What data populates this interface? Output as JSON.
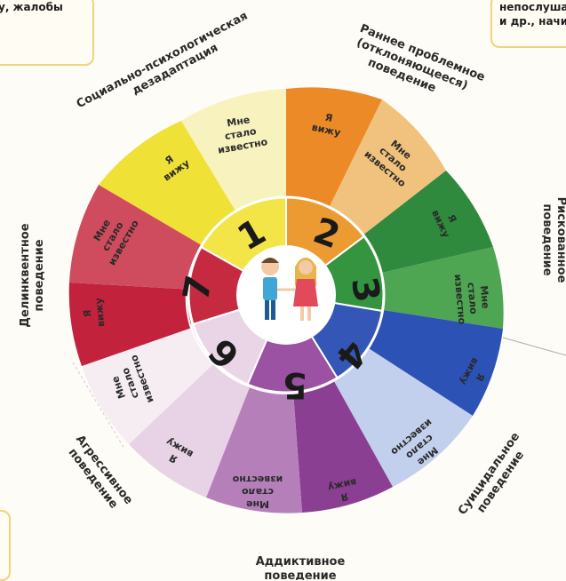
{
  "cards": {
    "left_text": "у, жалобы",
    "right_line1": "непослуша",
    "right_line2": "и др., начи"
  },
  "labels": {
    "cat1": "Социально-психологическая дезадаптация",
    "cat1_line1": "Социально-психологическая",
    "cat1_line2": "дезадаптация",
    "cat2_line1": "Раннее проблемное",
    "cat2_line2": "(отклоняющееся)",
    "cat2_line3": "поведение",
    "cat3_line1": "Рискованное",
    "cat3_line2": "поведение",
    "cat4_line1": "Суицидальное",
    "cat4_line2": "поведение",
    "cat5_line1": "Аддиктивное",
    "cat5_line2": "поведение",
    "cat6_line1": "Агрессивное",
    "cat6_line2": "поведение",
    "cat7_line1": "Делинквентное",
    "cat7_line2": "поведение"
  },
  "sector_text": {
    "see_1": "Я",
    "see_2": "вижу",
    "known_1": "Мне",
    "known_2": "стало",
    "known_3": "известно"
  },
  "numbers": [
    "1",
    "2",
    "3",
    "4",
    "5",
    "6",
    "7"
  ],
  "colors": {
    "s1_yellow": "#f1e33c",
    "s1_light": "#f7f0b5",
    "s2_orange": "#e98a2c",
    "s2_light": "#f2c17a",
    "s3_green": "#2e8a3c",
    "s3_light": "#58b058",
    "s4_blue": "#2b4fb3",
    "s4_light": "#b9c8ea",
    "s5_purple": "#8a3f92",
    "s5_light": "#b47ab8",
    "s6_pink": "#e6cde3",
    "s6_light": "#f4e8f1",
    "s7_red": "#c4213a",
    "s7_light": "#d55a6a"
  }
}
